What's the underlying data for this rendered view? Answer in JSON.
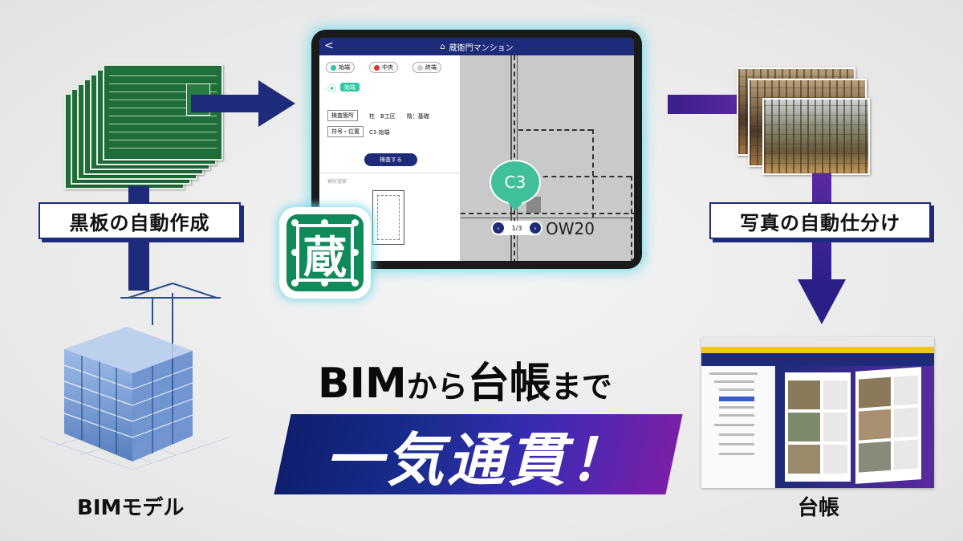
{
  "labels": {
    "blackboard": "黒板の自動作成",
    "photo_sort": "写真の自動仕分け",
    "bim_model": "BIMモデル",
    "ledger": "台帳"
  },
  "headline": {
    "line1_a": "BIM",
    "line1_b": "から",
    "line1_c": "台帳",
    "line1_d": "まで",
    "line2": "一気通貫！"
  },
  "tablet": {
    "back": "<",
    "title": "蔵衛門マンション",
    "filters": [
      "始端",
      "中央",
      "終端"
    ],
    "pin_tag": "始端",
    "fields": [
      {
        "key": "検査箇所",
        "value": "柱　B工区　　階：基礎"
      },
      {
        "key": "符号・位置",
        "value": "C3 始端"
      }
    ],
    "inspect_button": "検査する",
    "section_label": "検討道案",
    "marker": "C3",
    "pager": "1/3",
    "grid_label": "OW20"
  },
  "app_icon": {
    "glyph": "蔵"
  },
  "colors": {
    "navy": "#1e2a7a",
    "purple": "#5a2aa0",
    "board_green": "#1f6e3a",
    "icon_green": "#0f8a5a",
    "glow": "#78dceb"
  }
}
